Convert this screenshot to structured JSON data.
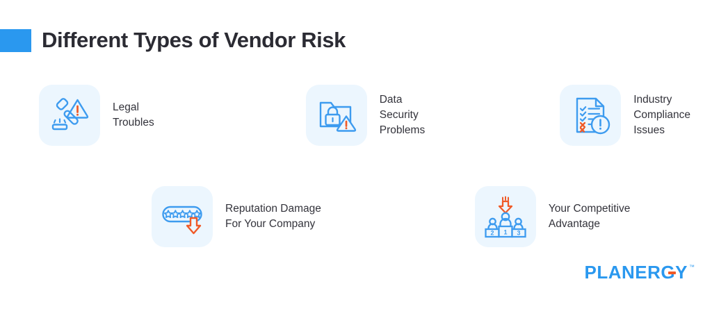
{
  "header": {
    "title": "Different Types of Vendor Risk",
    "accent_color": "#2a98ef"
  },
  "colors": {
    "icon_background": "#ecf6fe",
    "icon_blue": "#3d9bef",
    "icon_orange": "#f05a28",
    "text_dark": "#33333b",
    "brand_blue": "#2a98ef"
  },
  "risks": {
    "row_top": [
      {
        "icon": "gavel-warning-icon",
        "label_line1": "Legal Troubles",
        "label_line2": ""
      },
      {
        "icon": "folder-lock-warning-icon",
        "label_line1": "Data Security",
        "label_line2": "Problems"
      },
      {
        "icon": "checklist-document-alert-icon",
        "label_line1": "Industry Compliance",
        "label_line2": "Issues"
      }
    ],
    "row_bottom": [
      {
        "icon": "star-rating-down-arrow-icon",
        "label_line1": "Reputation Damage",
        "label_line2": "For Your Company"
      },
      {
        "icon": "podium-ranking-down-arrow-icon",
        "label_line1": "Your Competitive",
        "label_line2": "Advantage",
        "podium_numbers": [
          "2",
          "1",
          "3"
        ]
      }
    ]
  },
  "logo": {
    "text": "PLANERGY",
    "trademark": "™"
  }
}
